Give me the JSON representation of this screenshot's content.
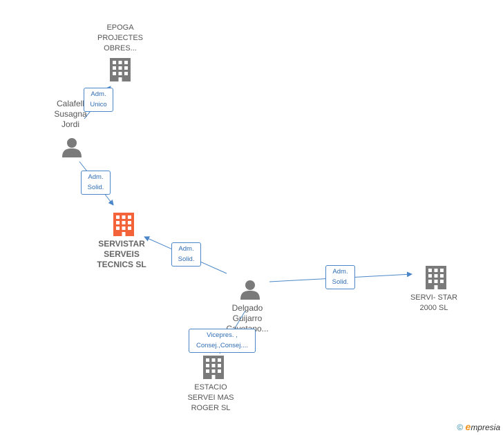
{
  "nodes": {
    "epoga": {
      "lines": [
        "EPOGA",
        "PROJECTES",
        "OBRES..."
      ],
      "type": "company"
    },
    "calafell": {
      "lines": [
        "Calafell",
        "Susagna",
        "Jordi"
      ],
      "type": "person"
    },
    "servistar": {
      "lines": [
        "SERVISTAR",
        "SERVEIS",
        "TECNICS SL"
      ],
      "type": "company-main"
    },
    "delgado": {
      "lines": [
        "Delgado",
        "Guijarro",
        "Cayetano..."
      ],
      "type": "person"
    },
    "servi_star": {
      "lines": [
        "SERVI- STAR",
        "2000 SL"
      ],
      "type": "company"
    },
    "estacio": {
      "lines": [
        "ESTACIO",
        "SERVEI MAS",
        "ROGER SL"
      ],
      "type": "company"
    }
  },
  "edges": {
    "calafell_epoga": {
      "lines": [
        "Adm.",
        "Unico"
      ]
    },
    "calafell_servistar": {
      "lines": [
        "Adm.",
        "Solid."
      ]
    },
    "delgado_servistar": {
      "lines": [
        "Adm.",
        "Solid."
      ]
    },
    "delgado_servi_star": {
      "lines": [
        "Adm.",
        "Solid."
      ]
    },
    "delgado_estacio": {
      "lines": [
        "Vicepres. ,",
        "Consej.,Consej...."
      ]
    }
  },
  "colors": {
    "main_company": "#f4623a",
    "company": "#7a7a7a",
    "person": "#7a7a7a",
    "edge": "#4a86c8"
  },
  "footer": {
    "copyright": "©",
    "brand_e": "e",
    "brand_rest": "mpresia"
  }
}
